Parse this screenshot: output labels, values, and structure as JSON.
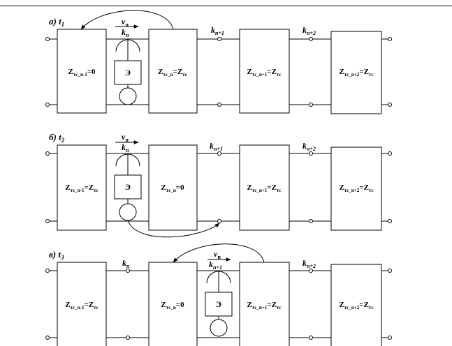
{
  "panels": [
    {
      "marker": "а)",
      "time": {
        "base": "t",
        "sub": "1"
      },
      "speed": {
        "base": "v",
        "sub": "п"
      },
      "source_label": "Э",
      "loco_node": {
        "base": "k",
        "sub": "n"
      },
      "nodes": [
        {
          "base": "k",
          "sub": "n+1"
        },
        {
          "base": "k",
          "sub": "n+2"
        }
      ],
      "blocks": [
        {
          "zsub": "тс_n-1",
          "rhs": "0"
        },
        {
          "zsub": "тс_n",
          "rhs": "Z",
          "rhs_sub": "тс"
        },
        {
          "zsub": "тс_n+1",
          "rhs": "Z",
          "rhs_sub": "тс"
        },
        {
          "zsub": "тс_n+2",
          "rhs": "Z",
          "rhs_sub": "тс"
        }
      ]
    },
    {
      "marker": "б)",
      "time": {
        "base": "t",
        "sub": "2"
      },
      "speed": {
        "base": "v",
        "sub": "п"
      },
      "source_label": "Э",
      "loco_node": {
        "base": "k",
        "sub": "n"
      },
      "nodes": [
        {
          "base": "k",
          "sub": "n+1"
        },
        {
          "base": "k",
          "sub": "n+2"
        }
      ],
      "blocks": [
        {
          "zsub": "тс_n-1",
          "rhs": "Z",
          "rhs_sub": "тс"
        },
        {
          "zsub": "тс_n",
          "rhs": "0"
        },
        {
          "zsub": "тс_n+1",
          "rhs": "Z",
          "rhs_sub": "тс"
        },
        {
          "zsub": "тс_n+2",
          "rhs": "Z",
          "rhs_sub": "тс"
        }
      ]
    },
    {
      "marker": "в)",
      "time": {
        "base": "t",
        "sub": "3"
      },
      "speed": {
        "base": "v",
        "sub": "п"
      },
      "source_label": "Э",
      "loco_node": {
        "base": "k",
        "sub": "n+1"
      },
      "nodes": [
        {
          "base": "k",
          "sub": "n"
        },
        {
          "base": "k",
          "sub": "n+2"
        }
      ],
      "blocks": [
        {
          "zsub": "тс_n-1",
          "rhs": "Z",
          "rhs_sub": "тс"
        },
        {
          "zsub": "тс_n",
          "rhs": "0"
        },
        {
          "zsub": "тс_n+1",
          "rhs": "Z",
          "rhs_sub": "тс"
        },
        {
          "zsub": "тс_n+2",
          "rhs": "Z",
          "rhs_sub": "тс"
        }
      ]
    }
  ]
}
